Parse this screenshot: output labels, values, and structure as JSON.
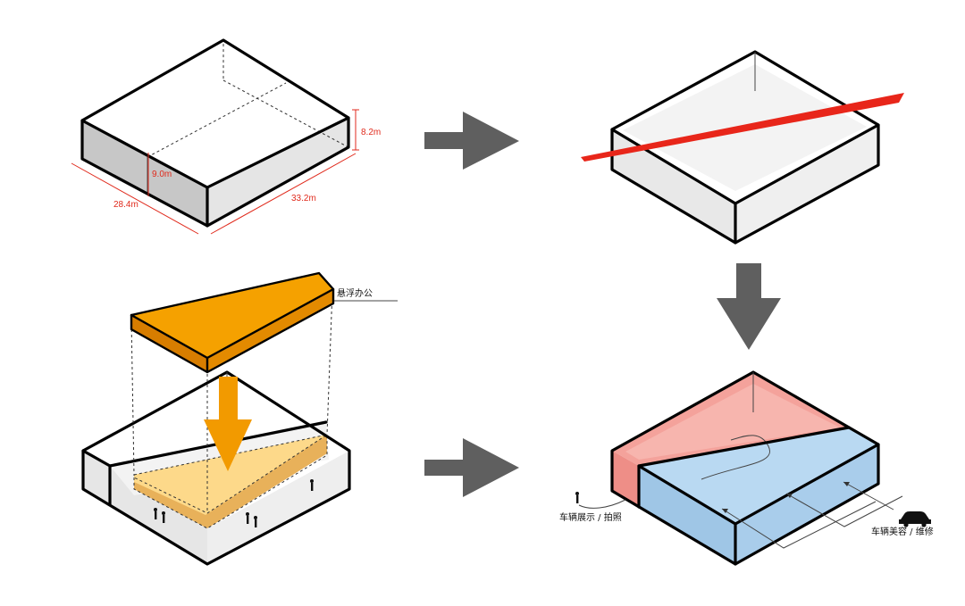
{
  "dimensions": {
    "height_wall": "8.2m",
    "height_inner": "9.0m",
    "width": "28.4m",
    "length": "33.2m"
  },
  "labels": {
    "floating_office": "悬浮办公",
    "display_photo": "车辆展示 / 拍照",
    "beauty_repair": "车辆美容 / 维修"
  },
  "colors": {
    "dimension_red": "#e02a1c",
    "cut_red": "#e8261a",
    "office_orange": "#f29a00",
    "office_floor": "#fdd98a",
    "zone_pink": "#f4a29b",
    "zone_blue": "#9fc6e6",
    "arrow_gray": "#5f5f5f"
  },
  "icons": [
    "right-arrow-icon",
    "down-arrow-icon",
    "person-icon",
    "car-icon"
  ]
}
